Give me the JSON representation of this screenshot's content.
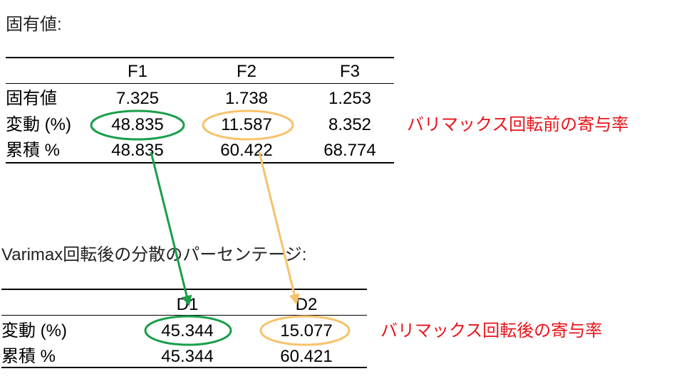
{
  "before": {
    "heading": "固有値:",
    "columns": [
      "F1",
      "F2",
      "F3"
    ],
    "rows": [
      {
        "label": "固有値",
        "values": [
          "7.325",
          "1.738",
          "1.253"
        ]
      },
      {
        "label": "変動 (%)",
        "values": [
          "48.835",
          "11.587",
          "8.352"
        ]
      },
      {
        "label": "累積 %",
        "values": [
          "48.835",
          "60.422",
          "68.774"
        ]
      }
    ],
    "note": "バリマックス回転前の寄与率"
  },
  "after": {
    "heading": "Varimax回転後の分散のパーセンテージ:",
    "columns": [
      "D1",
      "D2"
    ],
    "rows": [
      {
        "label": "変動 (%)",
        "values": [
          "45.344",
          "15.077"
        ]
      },
      {
        "label": "累積 %",
        "values": [
          "45.344",
          "60.421"
        ]
      }
    ],
    "note": "バリマックス回転後の寄与率"
  },
  "colors": {
    "green": "#1a9e4a",
    "orange": "#f7c26a",
    "note_red": "#e8141b"
  }
}
